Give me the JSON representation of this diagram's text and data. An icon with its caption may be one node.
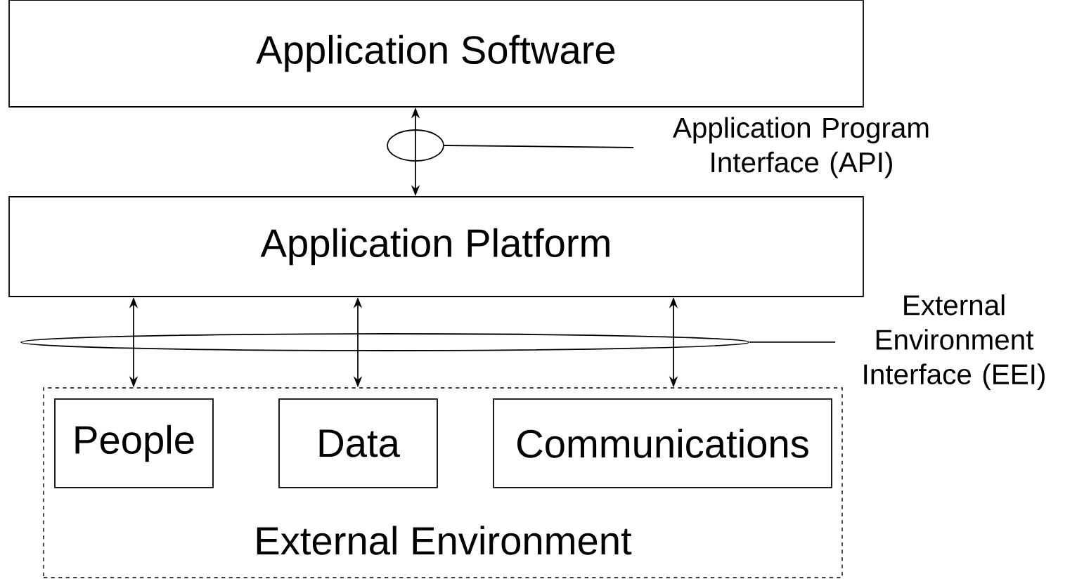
{
  "diagram": {
    "nodes": [
      {
        "text": [
          "Application Software"
        ]
      },
      {
        "text": [],
        "shape": "ellipse"
      },
      {
        "text": [
          "Application Program Interface (API)"
        ]
      },
      {
        "text": [
          "Application Platform"
        ]
      },
      {
        "text": [],
        "shape": "ellipse"
      },
      {
        "text": [
          "External Environment Interface (EEI)"
        ]
      },
      {
        "text": [
          "External Environment"
        ]
      },
      {
        "text": [
          "People"
        ],
        "in": 6
      },
      {
        "text": [
          "Data"
        ],
        "in": 6
      },
      {
        "text": [
          "Communications"
        ],
        "in": 6
      }
    ],
    "edges": [
      {
        "from": 1,
        "to": 0,
        "arrow": "to"
      },
      {
        "from": 1,
        "to": 3,
        "arrow": "to"
      },
      {
        "from": 2,
        "to": 1,
        "arrow": "none"
      },
      {
        "from": 4,
        "to": 3,
        "arrow": "to"
      },
      {
        "from": 4,
        "to": 6,
        "arrow": "to"
      },
      {
        "from": 4,
        "to": 3,
        "arrow": "to"
      },
      {
        "from": 4,
        "to": 6,
        "arrow": "to"
      },
      {
        "from": 4,
        "to": 3,
        "arrow": "to"
      },
      {
        "from": 4,
        "to": 6,
        "arrow": "to"
      },
      {
        "from": 5,
        "to": 4,
        "arrow": "none"
      }
    ]
  }
}
